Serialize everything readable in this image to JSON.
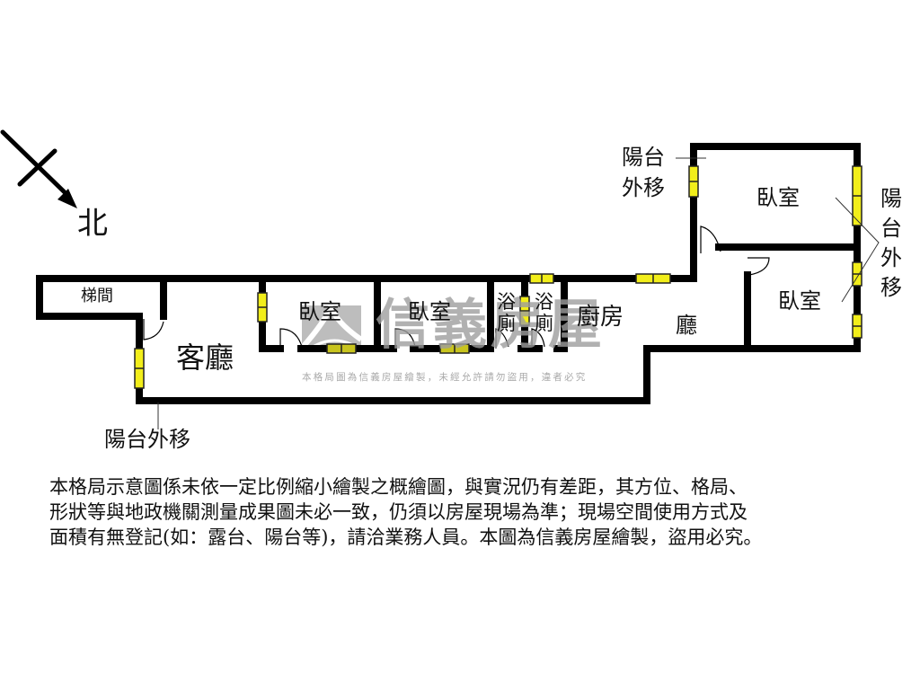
{
  "compass": {
    "direction_label": "北",
    "icon": "north-arrow-icon"
  },
  "rooms": {
    "stairwell": "梯間",
    "living_room": "客廳",
    "bedroom_1": "臥室",
    "bedroom_2": "臥室",
    "bathroom_1": [
      "浴",
      "廁"
    ],
    "bathroom_2": [
      "浴",
      "廁"
    ],
    "kitchen": "廚房",
    "hall": "廳",
    "bedroom_3": "臥室",
    "bedroom_4": "臥室"
  },
  "annotations": {
    "balcony_bottom": "陽台外移",
    "balcony_top": [
      "陽台",
      "外移"
    ],
    "balcony_right": [
      "陽",
      "台",
      "外",
      "移"
    ]
  },
  "watermark": {
    "brand": "信義房屋",
    "notice": "本格局圖為信義房屋繪製，未經允許請勿盜用，違者必究"
  },
  "disclaimer": {
    "lines": [
      "本格局示意圖係未依一定比例縮小繪製之概繪圖，與實況仍有差距，其方位、格局、",
      "形狀等與地政機關測量成果圖未必一致，仍須以房屋現場為準；現場空間使用方式及",
      "面積有無登記(如：露台、陽台等)，請洽業務人員。本圖為信義房屋繪製，盜用必究。"
    ]
  },
  "colors": {
    "wall": "#000000",
    "window_fill": "#f2ee1a",
    "window_alt_fill": "#c8c41e",
    "watermark": "#9e9e9e"
  }
}
